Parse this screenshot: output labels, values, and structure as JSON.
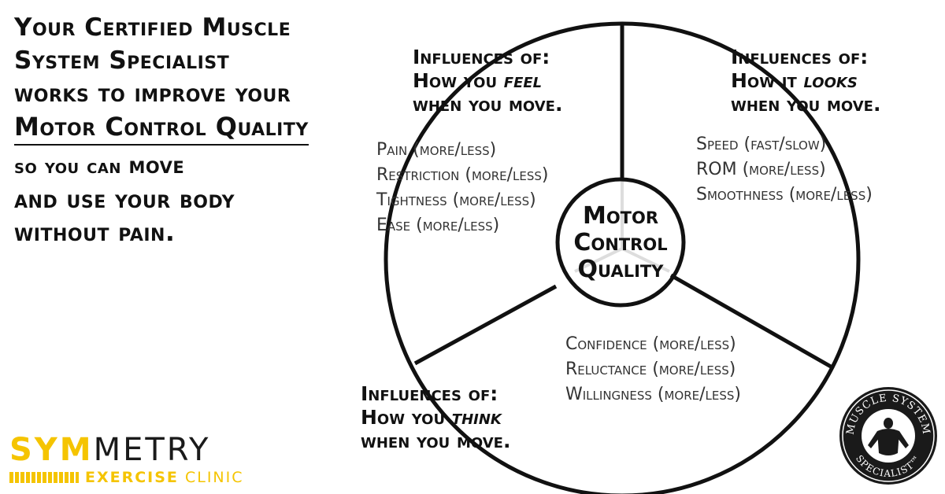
{
  "intro": {
    "line1": "Your Certified Muscle",
    "line2": "System Specialist",
    "line3": "works to improve your",
    "line4": "Motor Control Quality",
    "line5_pre": "so you can ",
    "line5_bold": "move",
    "line6": "and use your body",
    "line7": "without pain."
  },
  "center": {
    "line1": "Motor",
    "line2": "Control",
    "line3": "Quality"
  },
  "sections": {
    "feel": {
      "line1": "Influences of:",
      "line2_pre": "How you ",
      "line2_em": "feel",
      "line3": "when you move.",
      "items": [
        "Pain (more/less)",
        "Restriction (more/less)",
        "Tightness (more/less)",
        "Ease (more/less)"
      ]
    },
    "looks": {
      "line1": "Influences of:",
      "line2_pre": "How it ",
      "line2_em": "looks",
      "line3": "when you move.",
      "items": [
        "Speed (fast/slow)",
        "ROM (more/less)",
        "Smoothness (more/less)"
      ]
    },
    "think": {
      "line1": "Influences of:",
      "line2_pre": "How you ",
      "line2_em": "think",
      "line3": "when you move.",
      "items": [
        "Confidence (more/less)",
        "Reluctance (more/less)",
        "Willingness (more/less)"
      ]
    }
  },
  "brand": {
    "name_hl": "SYM",
    "name_rest": "METRY",
    "sub_bold": "EXERCISE",
    "sub_rest": " CLINIC",
    "accent_color": "#f5c400"
  },
  "badge": {
    "top_text": "MUSCLE SYSTEM",
    "bottom_text": "SPECIALIST™",
    "icon": "muscle-figure-icon"
  }
}
